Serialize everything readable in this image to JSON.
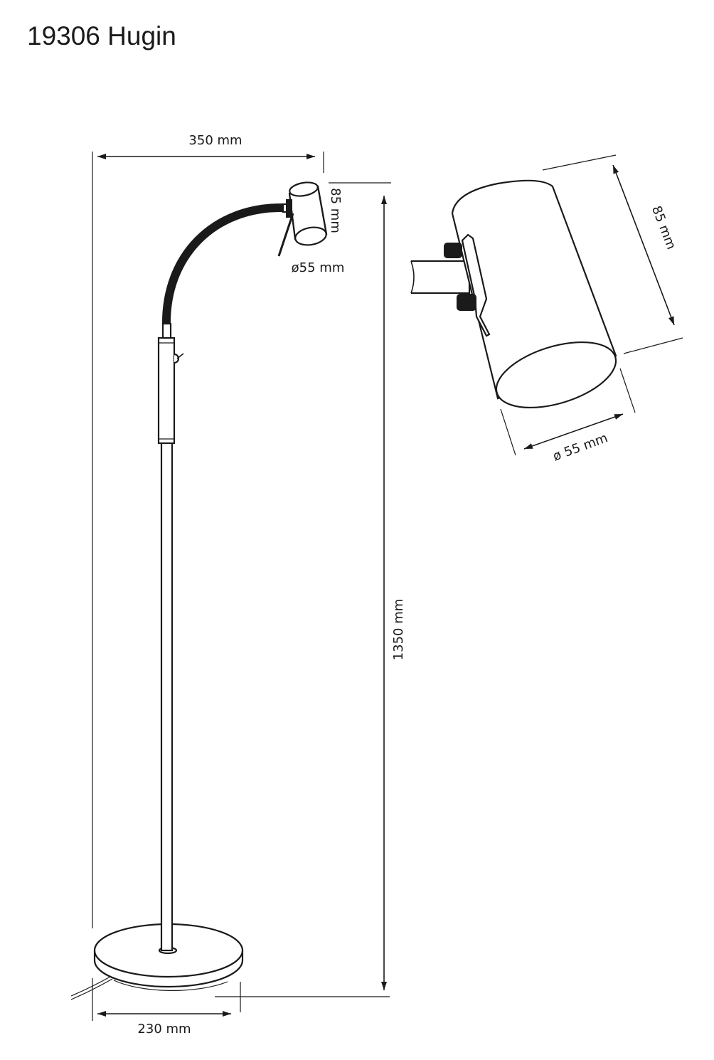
{
  "title": "19306 Hugin",
  "main_view": {
    "width_label": "350 mm",
    "height_label": "1350 mm",
    "shade_height_label": "85 mm",
    "shade_diameter_label": "ø55 mm",
    "base_diameter_label": "230 mm"
  },
  "detail_view": {
    "shade_height_label": "85 mm",
    "shade_diameter_label": "ø 55 mm"
  }
}
